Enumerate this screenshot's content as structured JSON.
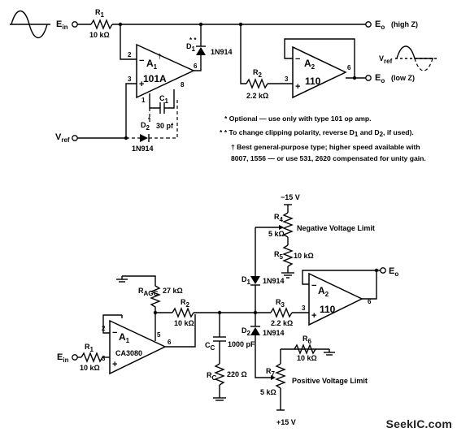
{
  "top": {
    "ein": "E",
    "ein_sub": "in",
    "r1": {
      "name": "R",
      "sub": "1",
      "value": "10 kΩ"
    },
    "a1": {
      "name": "A",
      "sub": "1",
      "mark": "†",
      "model": "101A"
    },
    "a1_pins": {
      "p2": "2",
      "p3": "3",
      "p6": "6",
      "p8": "8",
      "p1": "1"
    },
    "minus": "−",
    "plus": "+",
    "c1": {
      "name": "C",
      "sub": "1",
      "value": "30 pf",
      "mark": "*"
    },
    "d1": {
      "name": "D",
      "sub": "1",
      "mark": "* *",
      "part": "1N914"
    },
    "d2": {
      "name": "D",
      "sub": "2",
      "mark": "*",
      "part": "1N914"
    },
    "vref": "V",
    "vref_sub": "ref",
    "r2": {
      "name": "R",
      "sub": "2",
      "value": "2.2 kΩ"
    },
    "a2": {
      "name": "A",
      "sub": "2",
      "model": "110"
    },
    "a2_pins": {
      "p3": "3",
      "p6": "6"
    },
    "eo_high": "E",
    "eo_high_sub": "o",
    "eo_high_label": "(high Z)",
    "eo_low": "E",
    "eo_low_sub": "o",
    "eo_low_label": "(low Z)",
    "vref_wave": "V",
    "vref_wave_sub": "ref",
    "notes": [
      "* Optional — use only with type 101 op amp.",
      "* * To change clipping polarity, reverse D",
      "† Best general-purpose type; higher speed available with",
      "8007, 1556 — or use 531, 2620 compensated for unity gain."
    ],
    "note2_mid": " and D",
    "note2_end": ", if used).",
    "note2_sub1": "1",
    "note2_sub2": "2"
  },
  "bottom": {
    "vneg": "−15 V",
    "vpos": "+15 V",
    "r4": {
      "name": "R",
      "sub": "4",
      "value": "5 kΩ"
    },
    "neg_limit": "Negative Voltage Limit",
    "r5": {
      "name": "R",
      "sub": "5",
      "value": "10 kΩ"
    },
    "d1": {
      "name": "D",
      "sub": "1",
      "part": "1N914"
    },
    "d2": {
      "name": "D",
      "sub": "2",
      "part": "1N914"
    },
    "ragc": {
      "name": "R",
      "sub": "AGC",
      "value": "27 kΩ"
    },
    "r2": {
      "name": "R",
      "sub": "2",
      "value": "10 kΩ"
    },
    "r3": {
      "name": "R",
      "sub": "3",
      "value": "2.2 kΩ"
    },
    "r6": {
      "name": "R",
      "sub": "6",
      "value": "10 kΩ"
    },
    "r7": {
      "name": "R",
      "sub": "7",
      "value": "5 kΩ"
    },
    "pos_limit": "Positive Voltage Limit",
    "a1": {
      "name": "A",
      "sub": "1",
      "model": "CA3080"
    },
    "a1_pins": {
      "p2": "2",
      "p3": "3",
      "p5": "5",
      "p6": "6"
    },
    "a2": {
      "name": "A",
      "sub": "2",
      "model": "110"
    },
    "a2_pins": {
      "p3": "3",
      "p6": "6"
    },
    "r1": {
      "name": "R",
      "sub": "1",
      "value": "10 kΩ"
    },
    "ein": "E",
    "ein_sub": "in",
    "cc": {
      "name": "C",
      "sub": "C",
      "value": "1000 pF"
    },
    "rc": {
      "name": "R",
      "sub": "C",
      "value": "220 Ω"
    },
    "eo": "E",
    "eo_sub": "o",
    "minus": "−",
    "plus": "+"
  },
  "watermark": "SeekIC.com"
}
